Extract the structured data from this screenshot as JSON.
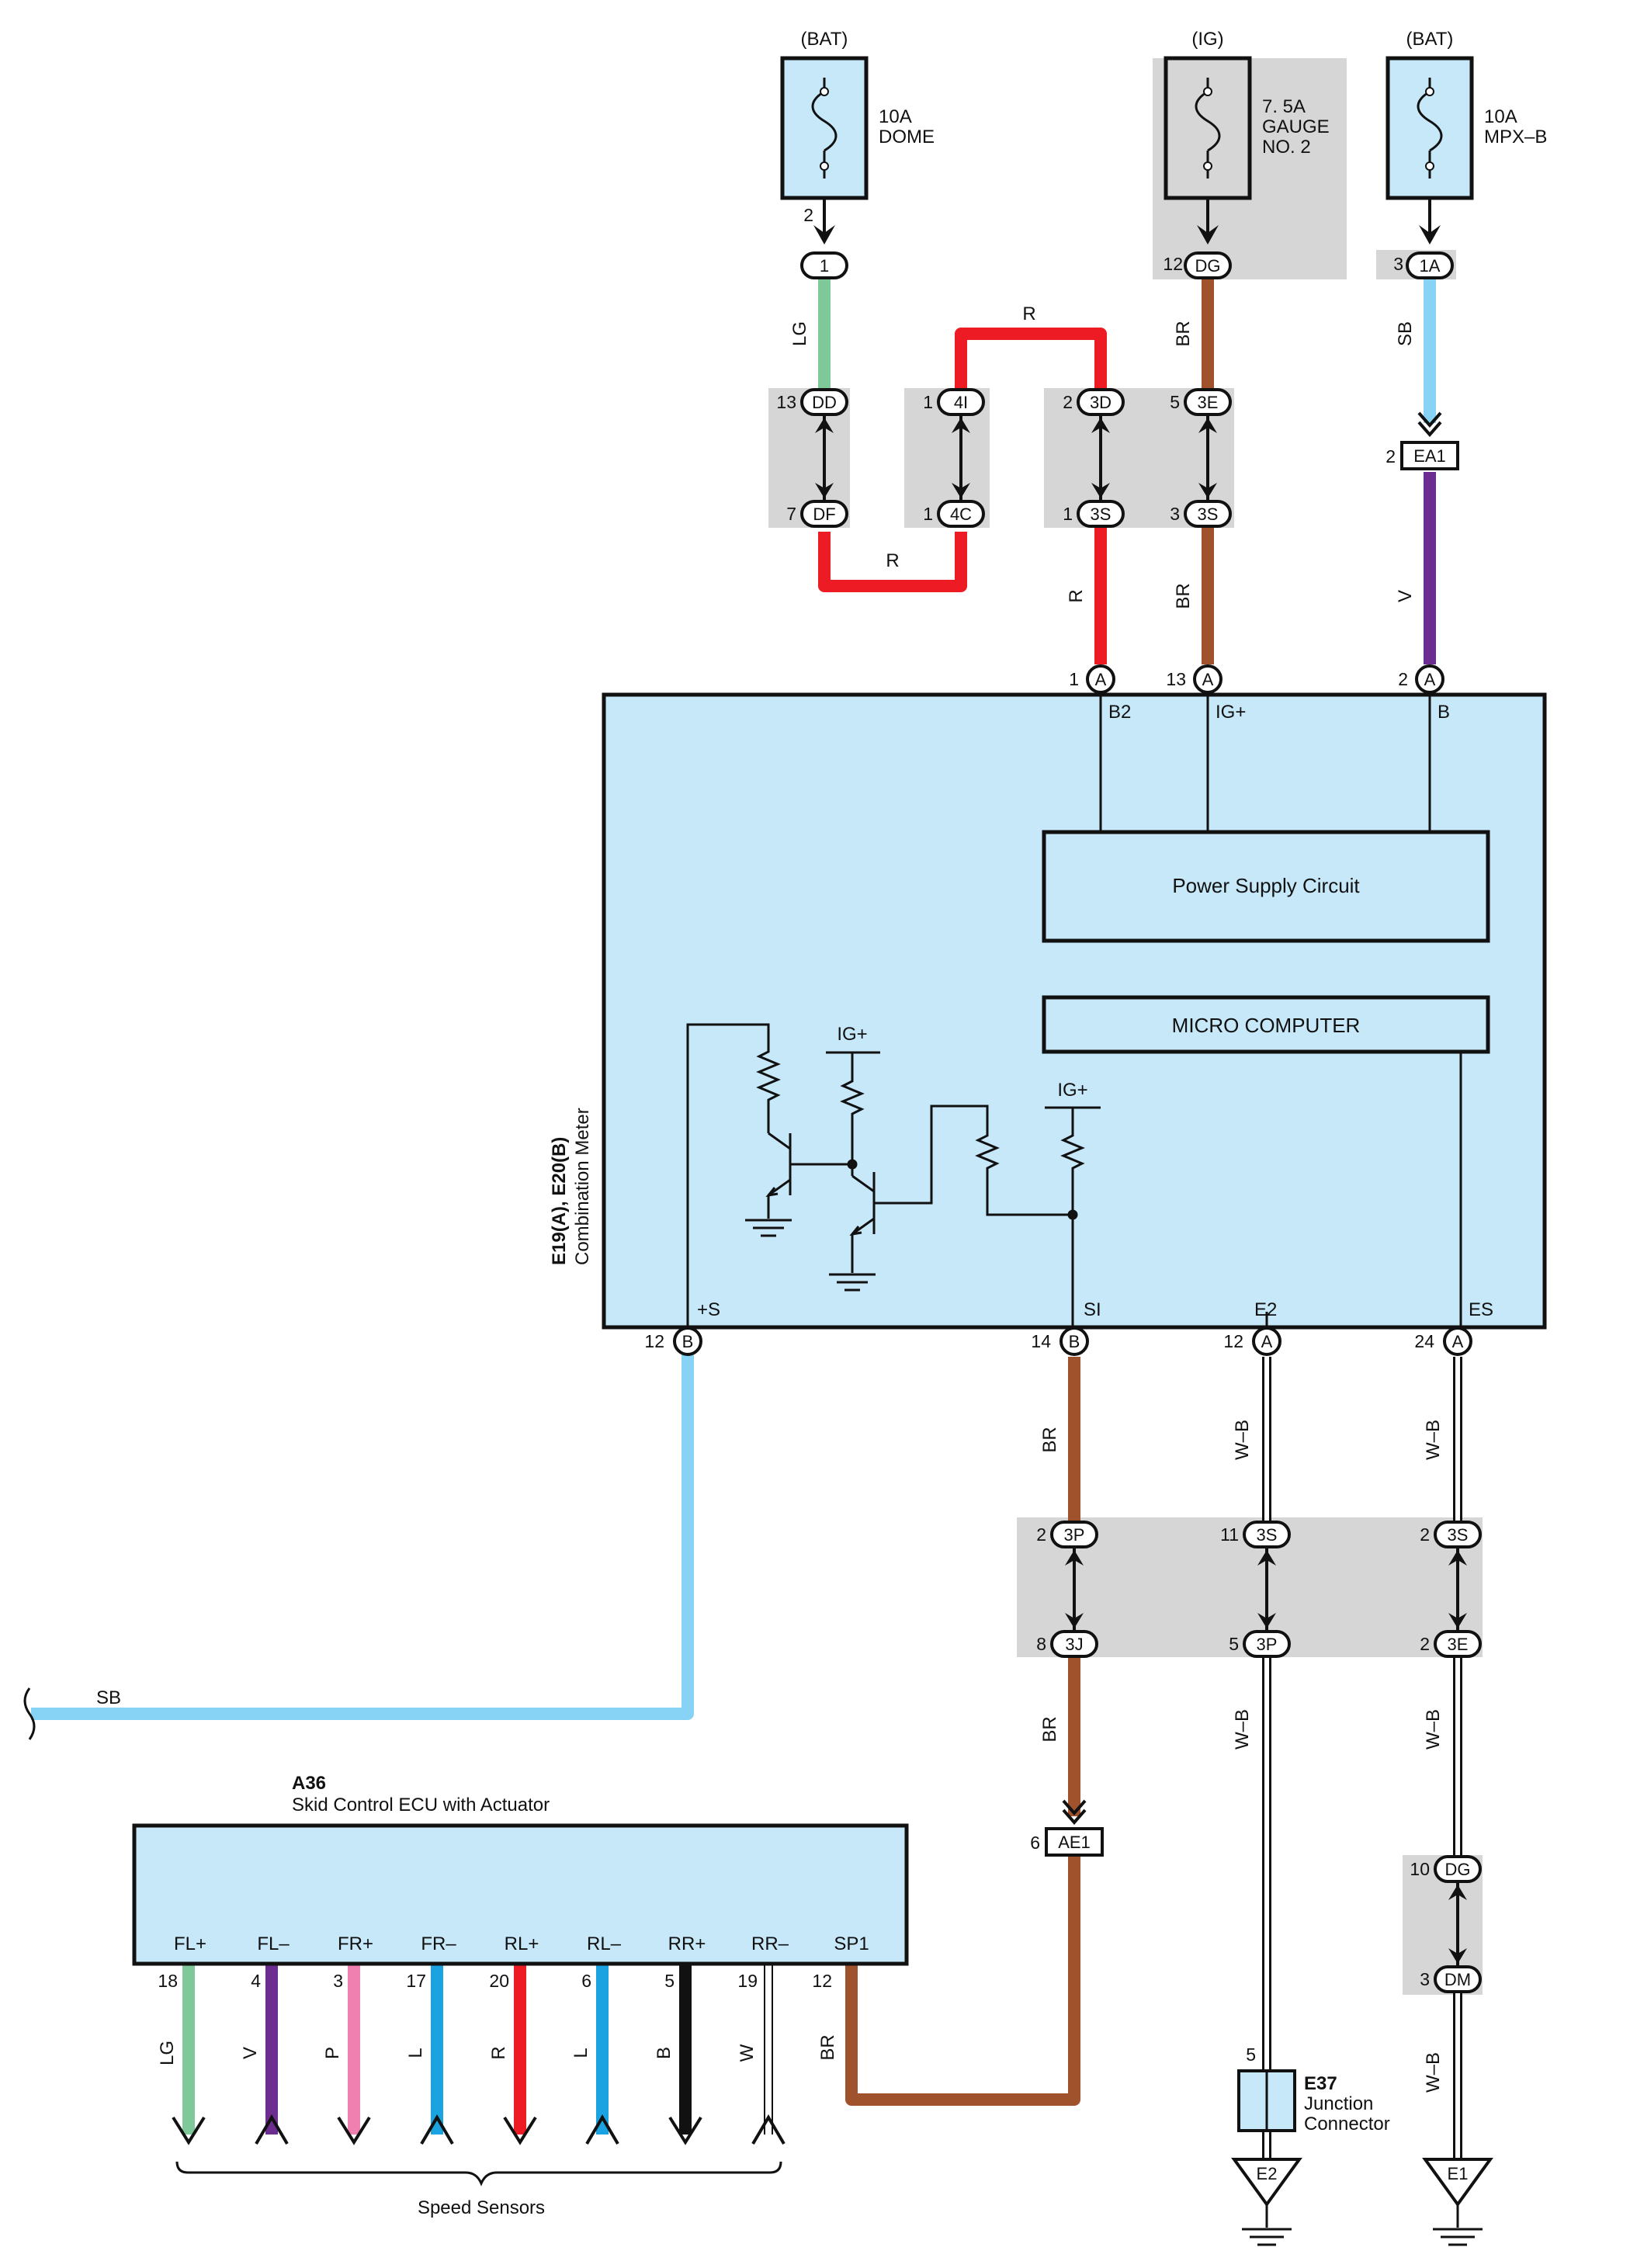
{
  "colors": {
    "ecu_fill": "#c6e8f9",
    "gray_fill": "#d6d6d6",
    "wire_R": "#ed1c24",
    "wire_BR": "#a0522d",
    "wire_LG": "#7ec89a",
    "wire_SB": "#87d3f5",
    "wire_V": "#6b2d8f",
    "wire_P": "#f080b0",
    "wire_L": "#1aa3e0",
    "wire_B": "#111111",
    "wire_W": "#ffffff",
    "line": "#111111"
  },
  "fuses": [
    {
      "source": "(BAT)",
      "rating": "10A",
      "name": "DOME",
      "pin": "2"
    },
    {
      "source": "(IG)",
      "rating": "7. 5A",
      "name": "GAUGE",
      "name2": "NO. 2",
      "pin": "12"
    },
    {
      "source": "(BAT)",
      "rating": "10A",
      "name": "MPX–B",
      "pin": "3"
    }
  ],
  "connectors": {
    "c1": {
      "label": "1"
    },
    "cDG_top": {
      "label": "DG"
    },
    "c1A": {
      "label": "1A"
    },
    "cDD": {
      "label": "DD",
      "pin": "13"
    },
    "cDF": {
      "label": "DF",
      "pin": "7"
    },
    "c4I": {
      "label": "4I",
      "pin": "1"
    },
    "c4C": {
      "label": "4C",
      "pin": "1"
    },
    "c3D": {
      "label": "3D",
      "pin": "2"
    },
    "c3S_a": {
      "label": "3S",
      "pin": "1"
    },
    "c3E_a": {
      "label": "3E",
      "pin": "5"
    },
    "c3S_b": {
      "label": "3S",
      "pin": "3"
    },
    "cEA1": {
      "label": "EA1",
      "pin": "2"
    },
    "cA1": {
      "label": "A",
      "pin": "1"
    },
    "cA13": {
      "label": "A",
      "pin": "13"
    },
    "cA2": {
      "label": "A",
      "pin": "2"
    },
    "cB12": {
      "label": "B",
      "pin": "12"
    },
    "cB14": {
      "label": "B",
      "pin": "14"
    },
    "cA12": {
      "label": "A",
      "pin": "12"
    },
    "cA24": {
      "label": "A",
      "pin": "24"
    },
    "c3P_a": {
      "label": "3P",
      "pin": "2"
    },
    "c3S_c": {
      "label": "3S",
      "pin": "11"
    },
    "c3S_d": {
      "label": "3S",
      "pin": "2"
    },
    "c3J": {
      "label": "3J",
      "pin": "8"
    },
    "c3P_b": {
      "label": "3P",
      "pin": "5"
    },
    "c3E_b": {
      "label": "3E",
      "pin": "2"
    },
    "cAE1": {
      "label": "AE1",
      "pin": "6"
    },
    "cDG_bot": {
      "label": "DG",
      "pin": "10"
    },
    "cDM": {
      "label": "DM",
      "pin": "3"
    }
  },
  "wire_labels": {
    "lg_top": "LG",
    "r_top": "R",
    "r_bottom": "R",
    "br_top": "BR",
    "sb_top": "SB",
    "r_mid": "R",
    "br_mid": "BR",
    "v_mid": "V",
    "sb_left": "SB",
    "br_lower1": "BR",
    "br_lower2": "BR",
    "wb1": "W–B",
    "wb2": "W–B",
    "wb3": "W–B",
    "wb4": "W–B",
    "wb5": "W–B"
  },
  "meter": {
    "code": "E19(A), E20(B)",
    "name": "Combination Meter",
    "terminals": {
      "b2": "B2",
      "ig": "IG+",
      "b": "B",
      "s": "+S",
      "si": "SI",
      "e2": "E2",
      "es": "ES"
    },
    "power_supply": "Power Supply Circuit",
    "micro": "MICRO COMPUTER",
    "igplus1": "IG+",
    "igplus2": "IG+"
  },
  "ecu": {
    "code": "A36",
    "name": "Skid Control ECU with Actuator",
    "terminals": [
      {
        "name": "FL+",
        "pin": "18",
        "wire": "LG",
        "dir": "down"
      },
      {
        "name": "FL–",
        "pin": "4",
        "wire": "V",
        "dir": "up"
      },
      {
        "name": "FR+",
        "pin": "3",
        "wire": "P",
        "dir": "down"
      },
      {
        "name": "FR–",
        "pin": "17",
        "wire": "L",
        "dir": "up"
      },
      {
        "name": "RL+",
        "pin": "20",
        "wire": "R",
        "dir": "down"
      },
      {
        "name": "RL–",
        "pin": "6",
        "wire": "L",
        "dir": "up"
      },
      {
        "name": "RR+",
        "pin": "5",
        "wire": "B",
        "dir": "down"
      },
      {
        "name": "RR–",
        "pin": "19",
        "wire": "W",
        "dir": "up"
      }
    ],
    "sp1": {
      "name": "SP1",
      "pin": "12",
      "wire": "BR"
    },
    "speed_sensors": "Speed Sensors"
  },
  "junction": {
    "code": "E37",
    "name": "Junction",
    "name2": "Connector",
    "pin": "5"
  },
  "grounds": {
    "g1": "E2",
    "g2": "E1"
  }
}
